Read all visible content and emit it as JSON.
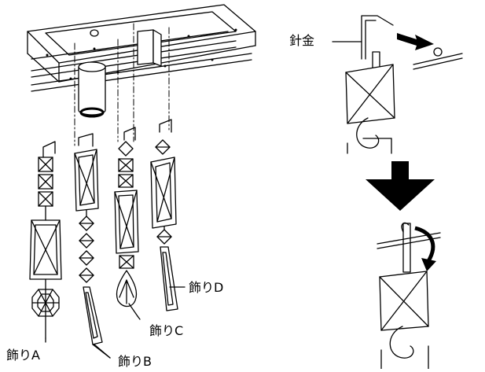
{
  "labels": {
    "wire": "針金",
    "ornament_a": "飾りA",
    "ornament_b": "飾りB",
    "ornament_c": "飾りC",
    "ornament_d": "飾りD"
  },
  "icons": {
    "direction_arrow": "down-arrow-icon",
    "rotate_arrow": "curved-arrow-icon",
    "push_arrow": "right-arrow-icon"
  },
  "colors": {
    "line": "#000000",
    "background": "#ffffff"
  }
}
